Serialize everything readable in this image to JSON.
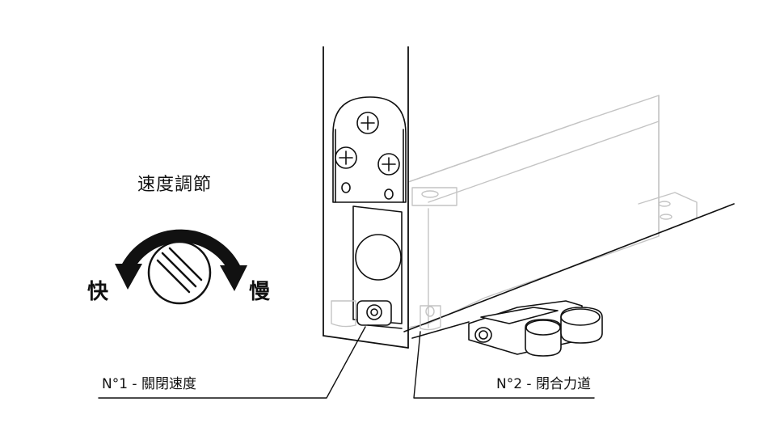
{
  "adjust": {
    "title": "速度調節",
    "fast": "快",
    "slow": "慢"
  },
  "callouts": {
    "n1": "N°1 - 關閉速度",
    "n2": "N°2 - 閉合力道"
  },
  "colors": {
    "ink": "#111111",
    "ghost": "#bdbdbd"
  }
}
